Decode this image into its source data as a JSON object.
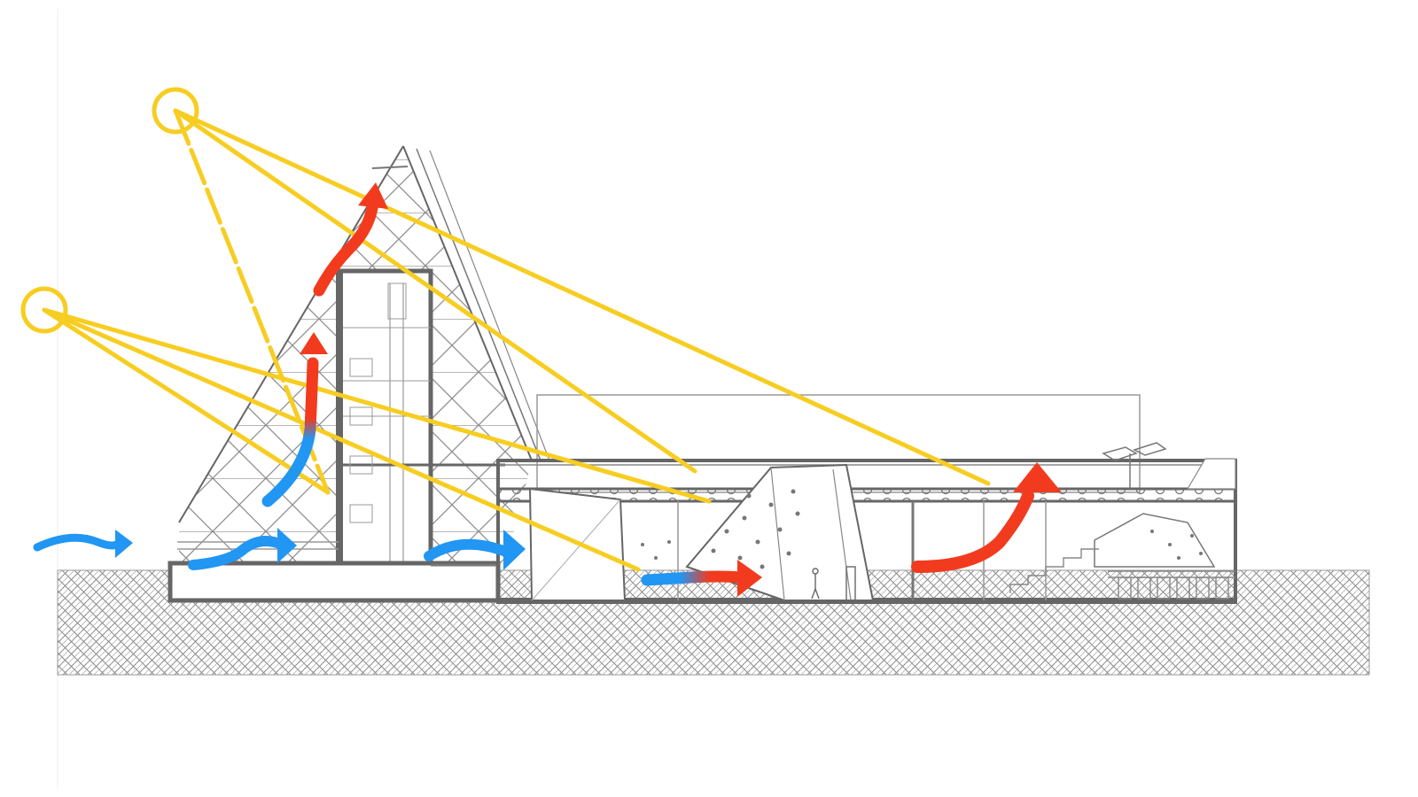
{
  "diagram": {
    "kind": "building-section-environmental",
    "colors": {
      "sun_ray": "#f7cd22",
      "warm_air": "#f23b1e",
      "cool_air": "#2196f3",
      "structure": "#666666",
      "line_work": "#9a9a9a",
      "ground_hatch": "#7d7d7d",
      "background": "#ffffff"
    },
    "icons": [
      "sun-icon",
      "sun-icon",
      "cool-air-arrow",
      "warm-air-arrow"
    ],
    "sun_count": 2,
    "cool_air_arrow_count": 5,
    "warm_air_arrow_count": 4
  }
}
